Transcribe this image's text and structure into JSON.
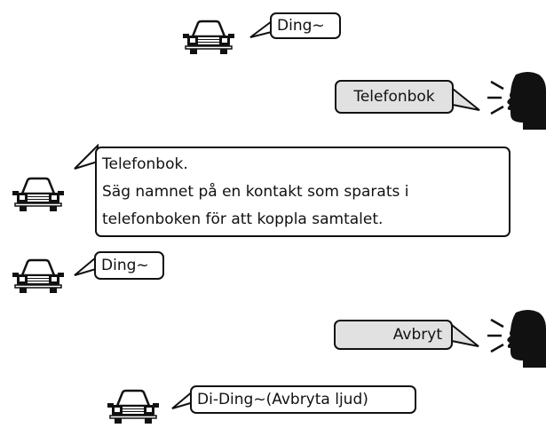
{
  "dialog": [
    {
      "speaker": "car",
      "text": "Ding~"
    },
    {
      "speaker": "user",
      "text": "Telefonbok"
    },
    {
      "speaker": "car",
      "lines": [
        "Telefonbok.",
        "Säg namnet på en kontakt som sparats i",
        "telefonboken för att koppla samtalet."
      ]
    },
    {
      "speaker": "car",
      "text": "Ding~"
    },
    {
      "speaker": "user",
      "text": "Avbryt"
    },
    {
      "speaker": "car",
      "text": "Di-Ding~(Avbryta ljud)"
    }
  ],
  "colors": {
    "user_bubble_fill": "#e1e1e1",
    "outline": "#111111"
  },
  "icons": {
    "system": "car-icon",
    "user": "speaking-head-icon"
  }
}
